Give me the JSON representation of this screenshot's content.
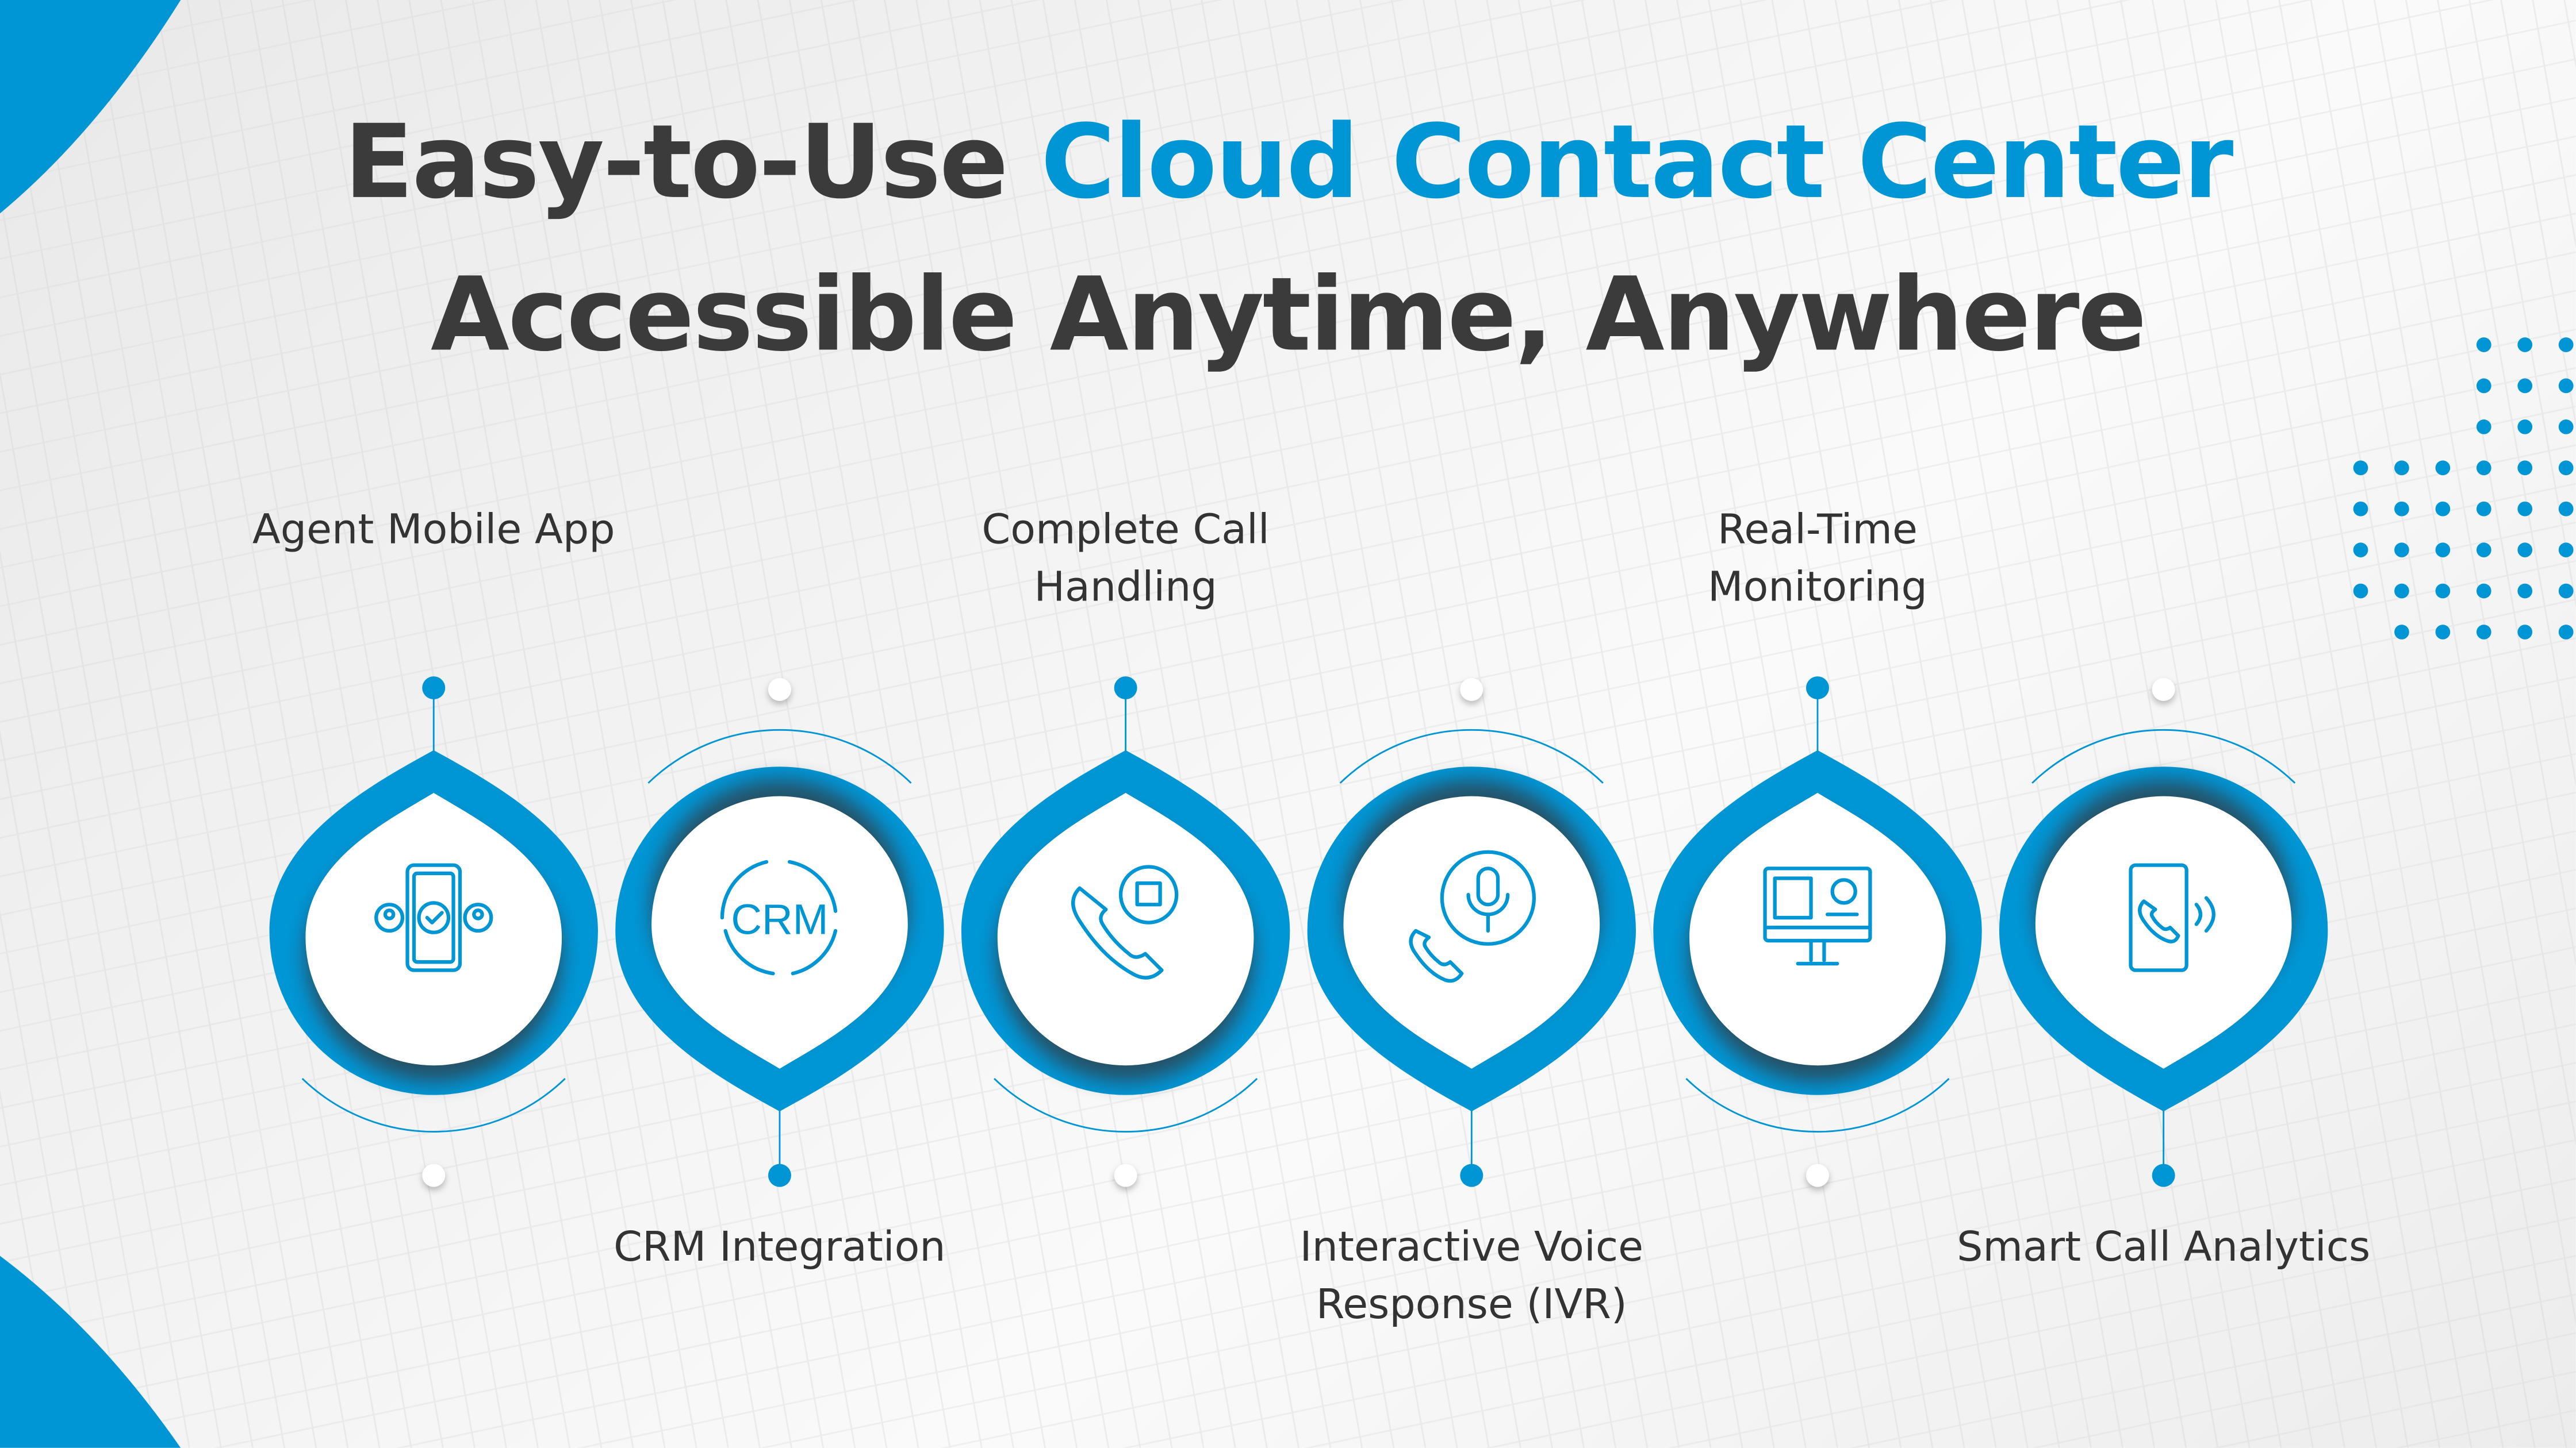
{
  "title": {
    "line1_dark": "Easy-to-Use",
    "line1_blue": "Cloud Contact Center",
    "line2": "Accessible Anytime, Anywhere"
  },
  "colors": {
    "accent": "#0096d6",
    "text": "#3b3b3b"
  },
  "features": [
    {
      "label": "Agent Mobile App",
      "icon": "mobile-app-icon",
      "position": "top"
    },
    {
      "label": "CRM Integration",
      "icon": "crm-sync-icon",
      "position": "bottom"
    },
    {
      "label": "Complete Call Handling",
      "icon": "phone-chat-icon",
      "position": "top"
    },
    {
      "label": "Interactive Voice Response (IVR)",
      "icon": "microphone-phone-icon",
      "position": "bottom"
    },
    {
      "label": "Real-Time Monitoring",
      "icon": "monitor-dashboard-icon",
      "position": "top"
    },
    {
      "label": "Smart Call Analytics",
      "icon": "smartphone-call-icon",
      "position": "bottom"
    }
  ]
}
